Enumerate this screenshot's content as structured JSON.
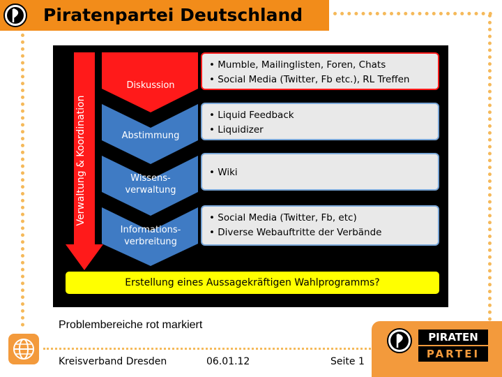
{
  "header": {
    "title": "Piratenpartei Deutschland"
  },
  "diagram": {
    "side_label": "Verwaltung & Koordination",
    "stages": [
      {
        "label": "Diskussion",
        "items": [
          "Mumble, Mailinglisten, Foren, Chats",
          "Social Media (Twitter, Fb etc.), RL Treffen"
        ],
        "highlight": true
      },
      {
        "label": "Abstimmung",
        "items": [
          "Liquid Feedback",
          "Liquidizer"
        ],
        "highlight": false
      },
      {
        "label_line1": "Wissens-",
        "label_line2": "verwaltung",
        "items": [
          "Wiki"
        ],
        "highlight": false
      },
      {
        "label_line1": "Informations-",
        "label_line2": "verbreitung",
        "items": [
          "Social Media (Twitter, Fb, etc)",
          "Diverse Webauftritte der Verbände"
        ],
        "highlight": false
      }
    ],
    "result": "Erstellung eines Aussagekräftigen Wahlprogramms?",
    "colors": {
      "highlight": "#ff1a1a",
      "stage": "#3f7bc4",
      "result": "#ffff00"
    }
  },
  "caption": "Problembereiche rot markiert",
  "footer": {
    "org": "Kreisverband Dresden",
    "date": "06.01.12",
    "page": "Seite 1"
  },
  "brand": {
    "line1": "PIRATEN",
    "line2": "PARTEI"
  },
  "icons": {
    "title_logo": "pirate-sail-logo-icon",
    "globe": "globe-icon"
  }
}
